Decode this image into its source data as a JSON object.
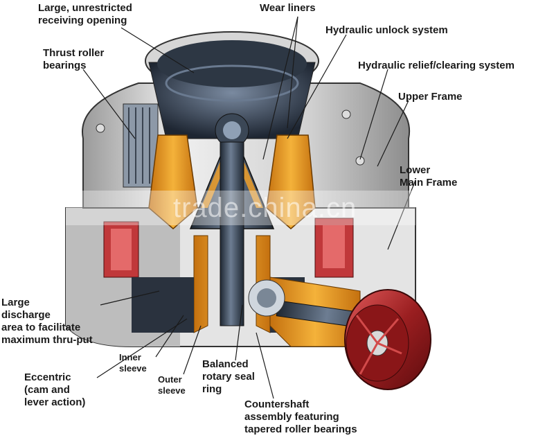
{
  "labels": {
    "receiving_opening": [
      "Large, unrestricted",
      "receiving opening"
    ],
    "wear_liners": [
      "Wear liners"
    ],
    "hydraulic_unlock": [
      "Hydraulic unlock system"
    ],
    "thrust_roller": [
      "Thrust roller",
      "bearings"
    ],
    "hydraulic_relief": [
      "Hydraulic relief/clearing system"
    ],
    "upper_frame": [
      "Upper Frame"
    ],
    "lower_main_frame": [
      "Lower",
      "Main Frame"
    ],
    "large_discharge": [
      "Large",
      "discharge",
      "area to facilitate",
      "maximum thru-put"
    ],
    "inner_sleeve": [
      "Inner",
      "sleeve"
    ],
    "outer_sleeve": [
      "Outer",
      "sleeve"
    ],
    "balanced_seal": [
      "Balanced",
      "rotary seal",
      "ring"
    ],
    "eccentric": [
      "Eccentric",
      "(cam and",
      "lever action)"
    ],
    "countershaft": [
      "Countershaft",
      "assembly featuring",
      "tapered roller bearings"
    ]
  },
  "watermark": "trade.china.cn",
  "colors": {
    "frame_gray": "#c9c9c9",
    "steel_blue": "#4a5a6e",
    "dark_steel": "#26303c",
    "orange_cut": "#e89a1e",
    "pulley_red": "#b8282a",
    "motor_red": "#c0383a"
  }
}
